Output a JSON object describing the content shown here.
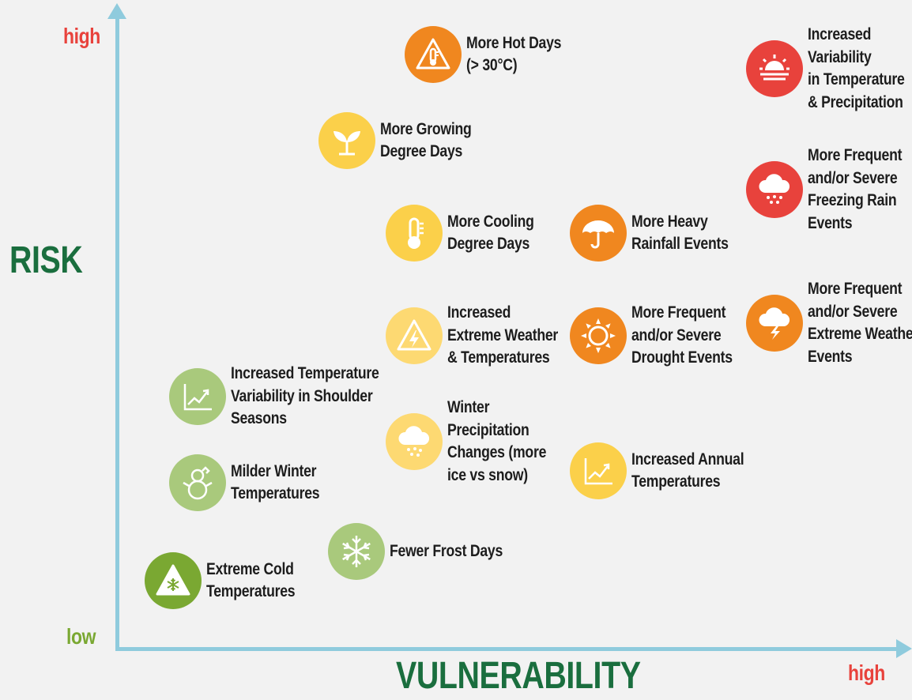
{
  "axes": {
    "y_title": "RISK",
    "x_title": "VULNERABILITY",
    "y_high": "high",
    "x_high": "high",
    "low": "low"
  },
  "colors": {
    "axis": "#8fcbdd",
    "red": "#e8423c",
    "orange": "#f0871f",
    "amber": "#f6b82a",
    "yellow": "#fbd04a",
    "light_yellow": "#fdd972",
    "light_green": "#a9c97c",
    "green": "#7aa832",
    "dark_green": "#1a6e3e"
  },
  "items": [
    {
      "lines": [
        "More Hot Days",
        "(> 30°C)"
      ],
      "icon": "thermometer-warning-icon"
    },
    {
      "lines": [
        "Increased",
        "Variability",
        "in Temperature",
        "& Precipitation"
      ],
      "icon": "sunset-icon"
    },
    {
      "lines": [
        "More Growing",
        "Degree Days"
      ],
      "icon": "sprout-icon"
    },
    {
      "lines": [
        "More Frequent",
        "and/or Severe",
        "Freezing Rain",
        "Events"
      ],
      "icon": "freezing-rain-icon"
    },
    {
      "lines": [
        "More Cooling",
        "Degree Days"
      ],
      "icon": "thermometer-icon"
    },
    {
      "lines": [
        "More Heavy",
        "Rainfall Events"
      ],
      "icon": "umbrella-icon"
    },
    {
      "lines": [
        "More Frequent",
        "and/or Severe",
        "Extreme Weather",
        "Events"
      ],
      "icon": "storm-cloud-icon"
    },
    {
      "lines": [
        "Increased",
        "Extreme Weather",
        "& Temperatures"
      ],
      "icon": "lightning-warning-icon"
    },
    {
      "lines": [
        "More Frequent",
        "and/or Severe",
        "Drought Events"
      ],
      "icon": "sun-icon"
    },
    {
      "lines": [
        "Increased Temperature",
        "Variability in Shoulder",
        "Seasons"
      ],
      "icon": "trend-chart-icon"
    },
    {
      "lines": [
        "Winter",
        "Precipitation",
        "Changes (more",
        "ice vs snow)"
      ],
      "icon": "snow-cloud-icon"
    },
    {
      "lines": [
        "Increased Annual",
        "Temperatures"
      ],
      "icon": "trend-chart-icon"
    },
    {
      "lines": [
        "Milder Winter",
        "Temperatures"
      ],
      "icon": "snowman-icon"
    },
    {
      "lines": [
        "Fewer Frost Days"
      ],
      "icon": "snowflake-icon"
    },
    {
      "lines": [
        "Extreme Cold",
        "Temperatures"
      ],
      "icon": "snowflake-warning-icon"
    }
  ]
}
